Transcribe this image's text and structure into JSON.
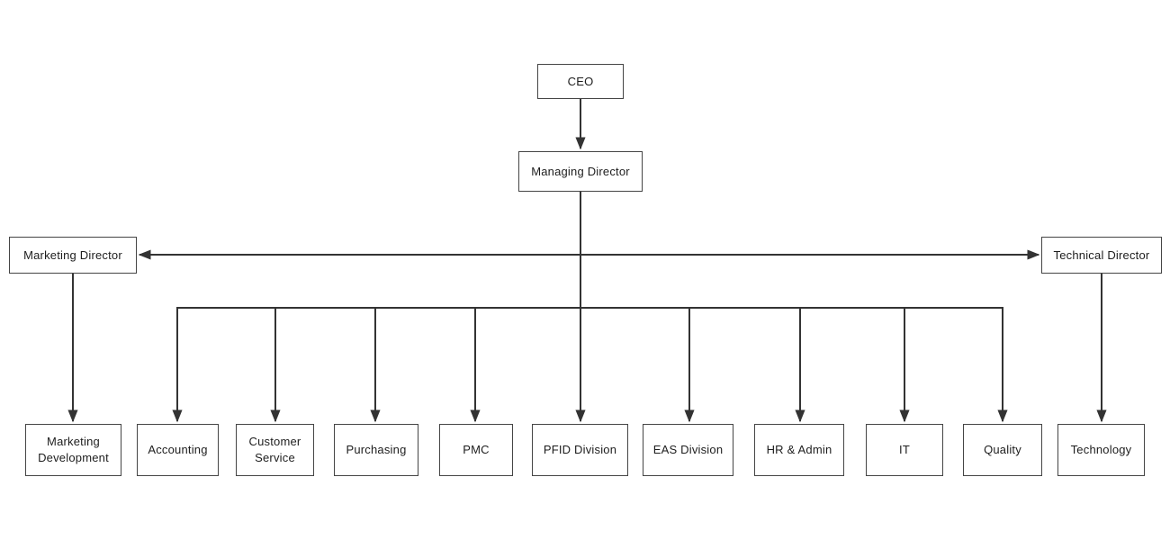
{
  "diagram": {
    "type": "org-chart",
    "background": "#ffffff",
    "colors": {
      "line": "#333333",
      "box_border": "#454545",
      "box_bg": "#ffffff",
      "text": "#1d1d1d"
    }
  },
  "nodes": [
    {
      "id": "ceo",
      "label": "CEO"
    },
    {
      "id": "managing-director",
      "label": "Managing Director"
    },
    {
      "id": "marketing-director",
      "label": "Marketing Director"
    },
    {
      "id": "technical-director",
      "label": "Technical Director"
    },
    {
      "id": "marketing-development",
      "label": "Marketing Development"
    },
    {
      "id": "accounting",
      "label": "Accounting"
    },
    {
      "id": "customer-service",
      "label": "Customer Service"
    },
    {
      "id": "purchasing",
      "label": "Purchasing"
    },
    {
      "id": "pmc",
      "label": "PMC"
    },
    {
      "id": "pfid-division",
      "label": "PFID Division"
    },
    {
      "id": "eas-division",
      "label": "EAS Division"
    },
    {
      "id": "hr-admin",
      "label": "HR & Admin"
    },
    {
      "id": "it",
      "label": "IT"
    },
    {
      "id": "quality",
      "label": "Quality"
    },
    {
      "id": "technology",
      "label": "Technology"
    }
  ],
  "edges": [
    {
      "from": "CEO",
      "to": "Managing Director",
      "arrow": true
    },
    {
      "from": "Managing Director",
      "to": "Marketing Director",
      "arrow": true
    },
    {
      "from": "Managing Director",
      "to": "Technical Director",
      "arrow": true
    },
    {
      "from": "Managing Director",
      "to": "PFID Division",
      "arrow": true
    },
    {
      "from": "Managing Director",
      "to": "Accounting",
      "arrow": true
    },
    {
      "from": "Managing Director",
      "to": "Customer Service",
      "arrow": true
    },
    {
      "from": "Managing Director",
      "to": "Purchasing",
      "arrow": true
    },
    {
      "from": "Managing Director",
      "to": "PMC",
      "arrow": true
    },
    {
      "from": "Managing Director",
      "to": "EAS Division",
      "arrow": true
    },
    {
      "from": "Managing Director",
      "to": "HR & Admin",
      "arrow": true
    },
    {
      "from": "Managing Director",
      "to": "IT",
      "arrow": true
    },
    {
      "from": "Managing Director",
      "to": "Quality",
      "arrow": true
    },
    {
      "from": "Marketing Director",
      "to": "Marketing Development",
      "arrow": true
    },
    {
      "from": "Technical Director",
      "to": "Technology",
      "arrow": true
    }
  ]
}
